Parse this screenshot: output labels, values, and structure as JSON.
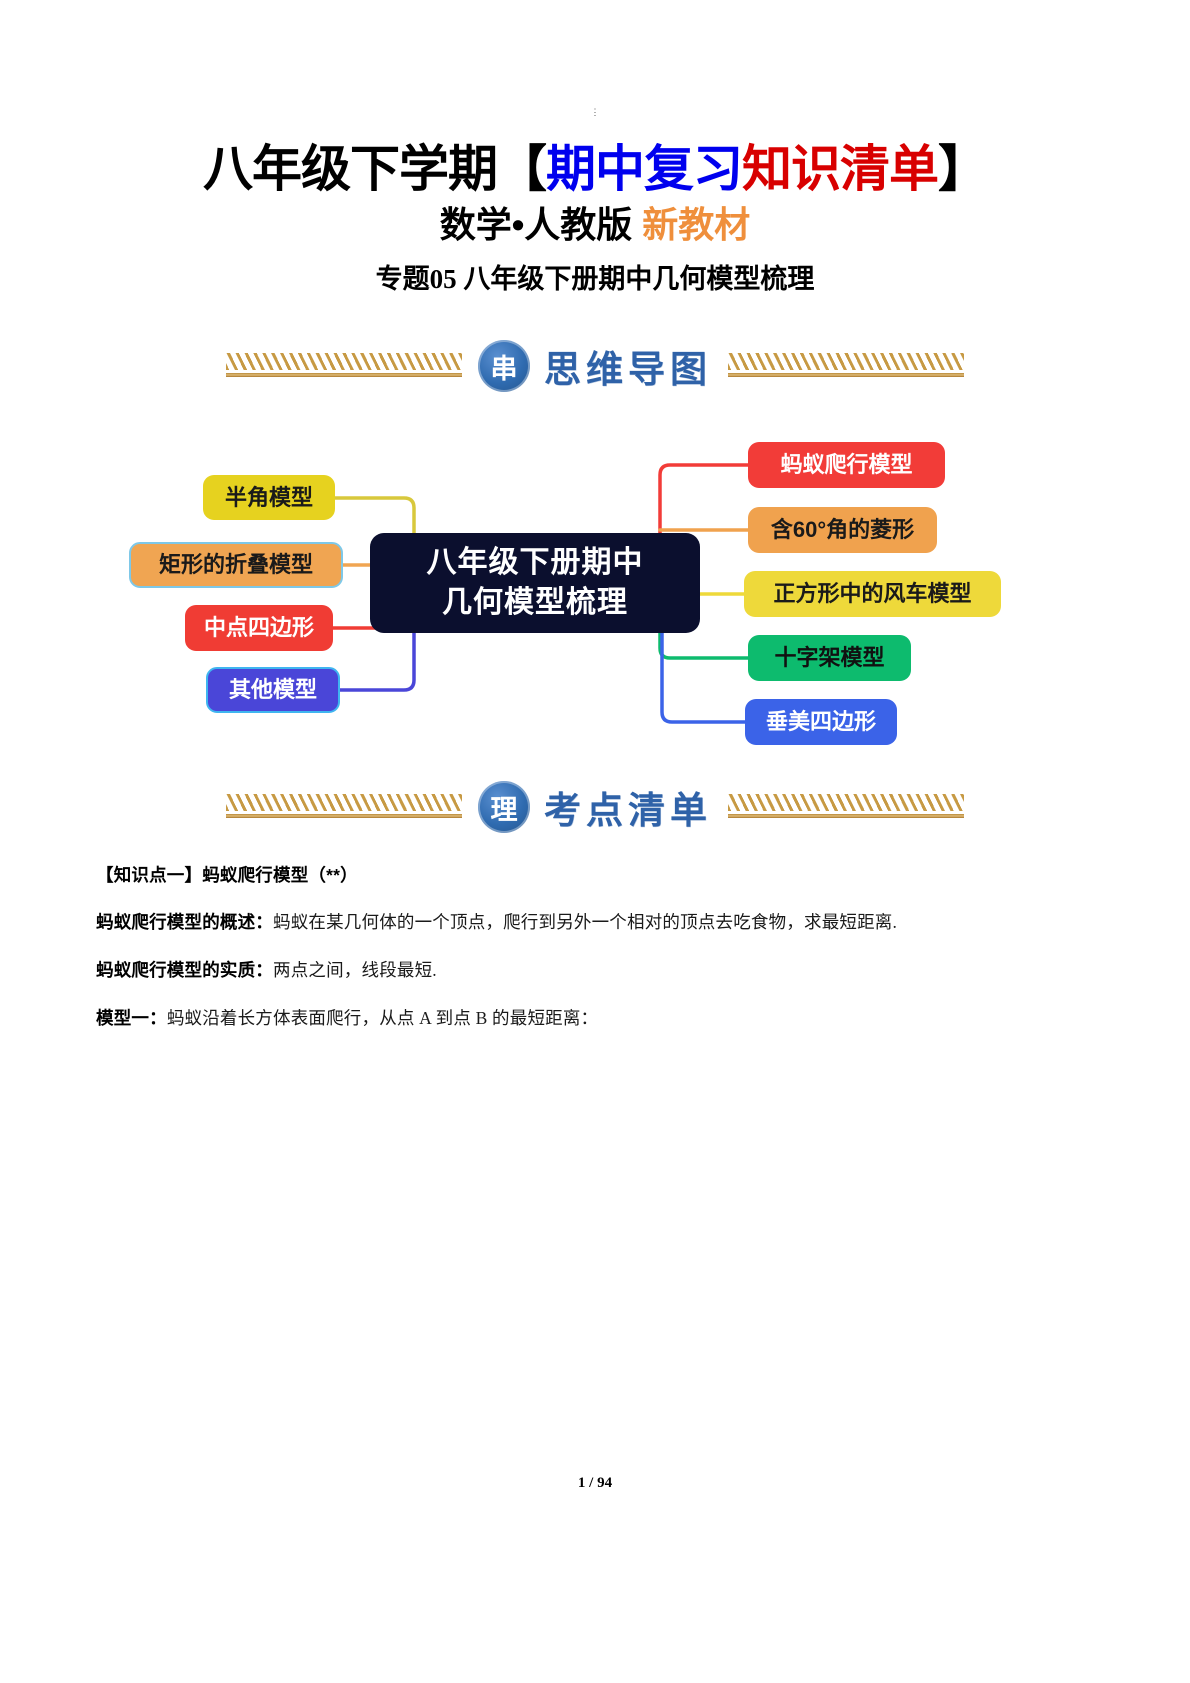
{
  "title": {
    "tiny_mark": "⋮",
    "line1_part1": "八年级下学期【",
    "line1_part2": "期中复习",
    "line1_part3": "知识清单",
    "line1_part4": "】",
    "line2_part1": "数学•人教版 ",
    "line2_part2": "新教材",
    "topic": "专题05  八年级下册期中几何模型梳理"
  },
  "banners": {
    "mindmap": {
      "seal": "串",
      "label": "思维导图"
    },
    "checklist": {
      "seal": "理",
      "label": "考点清单"
    }
  },
  "mindmap": {
    "center": {
      "line1": "八年级下册期中",
      "line2": "几何模型梳理"
    },
    "left_nodes": [
      {
        "label": "半角模型",
        "bg": "#e6d21f",
        "text": "#1a1a1a",
        "border": "none"
      },
      {
        "label": "矩形的折叠模型",
        "bg": "#f0a552",
        "text": "#1a1a1a",
        "border": "#7ec8e8"
      },
      {
        "label": "中点四边形",
        "bg": "#f03c34",
        "text": "#ffffff",
        "border": "none"
      },
      {
        "label": "其他模型",
        "bg": "#4a46d8",
        "text": "#ffffff",
        "border": "#3fb5f0"
      }
    ],
    "right_nodes": [
      {
        "label": "蚂蚁爬行模型",
        "bg": "#f23c38",
        "text": "#ffffff"
      },
      {
        "label": "含60°角的菱形",
        "bg": "#f0a24e",
        "text": "#1a1a1a"
      },
      {
        "label": "正方形中的风车模型",
        "bg": "#eed93a",
        "text": "#1a1a1a"
      },
      {
        "label": "十字架模型",
        "bg": "#0dbb6e",
        "text": "#111111"
      },
      {
        "label": "垂美四边形",
        "bg": "#3b63e8",
        "text": "#ffffff"
      }
    ],
    "connector_colors": {
      "yellow": "#d8c83c",
      "orange": "#f0a552",
      "red": "#f03c34",
      "blue": "#4a46d8",
      "red2": "#f23c38",
      "orange2": "#f0a24e",
      "yellow2": "#eed93a",
      "green": "#0dbb6e",
      "blue2": "#3b63e8"
    }
  },
  "content": {
    "knowledge_point_heading": "【知识点一】蚂蚁爬行模型（**）",
    "paragraphs": [
      {
        "bold": "蚂蚁爬行模型的概述：",
        "rest": "蚂蚁在某几何体的一个顶点，爬行到另外一个相对的顶点去吃食物，求最短距离."
      },
      {
        "bold": "蚂蚁爬行模型的实质：",
        "rest": "两点之间，线段最短."
      },
      {
        "bold": "模型一：",
        "rest": "蚂蚁沿着长方体表面爬行，从点 A 到点 B 的最短距离："
      }
    ]
  },
  "footer": {
    "page": "1 / 94"
  }
}
